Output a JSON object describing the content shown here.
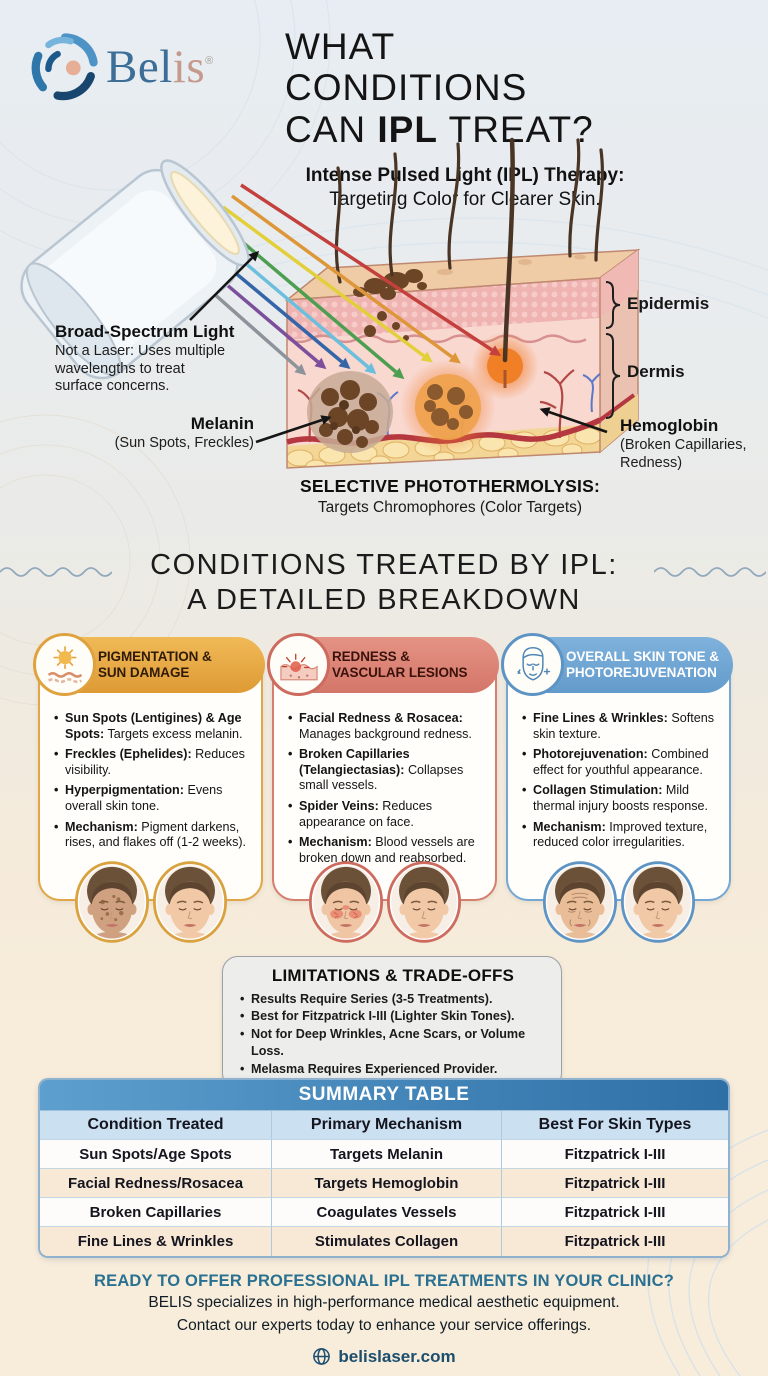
{
  "theme": {
    "card_accents": [
      "#DFA23F",
      "#D97F70",
      "#6FA6D5"
    ],
    "table_header_gradient": [
      "#5D9FCE",
      "#2E6FA6"
    ],
    "footer_accent": "#2A7191",
    "link_color": "#1C4E6E"
  },
  "header": {
    "logo": {
      "brand_blue": "Bel",
      "brand_rose": "is",
      "registered": "®",
      "icon": "belis-wave-logo-icon"
    },
    "title_line1": "WHAT CONDITIONS",
    "title_line2_pre": "CAN",
    "title_line2_bold": "IPL",
    "title_line2_post": "TREAT?",
    "subtitle_bold": "Intense Pulsed Light (IPL) Therapy:",
    "subtitle_regular": "Targeting Color for Clearer Skin."
  },
  "diagram": {
    "broad_spectrum": {
      "title": "Broad-Spectrum Light",
      "desc": "Not a Laser: Uses multiple wavelengths to treat surface concerns."
    },
    "melanin": {
      "title": "Melanin",
      "desc": "(Sun Spots, Freckles)"
    },
    "hemoglobin": {
      "title": "Hemoglobin",
      "desc": "(Broken Capillaries, Redness)"
    },
    "epidermis_label": "Epidermis",
    "dermis_label": "Dermis",
    "caption_title": "SELECTIVE PHOTOTHERMOLYSIS:",
    "caption_sub": "Targets Chromophores (Color Targets)"
  },
  "section_heading": {
    "line1": "CONDITIONS TREATED BY IPL:",
    "line2": "A DETAILED BREAKDOWN"
  },
  "cards": [
    {
      "icon": "sun-over-skin-icon",
      "title_line1": "PIGMENTATION &",
      "title_line2": "SUN DAMAGE",
      "bullets": [
        {
          "bold": "Sun Spots (Lentigines) & Age Spots:",
          "text": " Targets excess melanin."
        },
        {
          "bold": "Freckles (Ephelides):",
          "text": " Reduces visibility."
        },
        {
          "bold": "Hyperpigmentation:",
          "text": " Evens overall skin tone."
        },
        {
          "bold": "Mechanism:",
          "text": " Pigment darkens, rises, and flakes off (1-2 weeks)."
        }
      ]
    },
    {
      "icon": "irritated-skin-icon",
      "title_line1": "REDNESS &",
      "title_line2": "VASCULAR LESIONS",
      "bullets": [
        {
          "bold": "Facial Redness & Rosacea:",
          "text": " Manages background redness."
        },
        {
          "bold": "Broken Capillaries (Telangiectasias):",
          "text": " Collapses small vessels."
        },
        {
          "bold": "Spider Veins:",
          "text": " Reduces appearance on face."
        },
        {
          "bold": "Mechanism:",
          "text": " Blood vessels are broken down and reabsorbed."
        }
      ]
    },
    {
      "icon": "female-face-icon",
      "title_line1": "OVERALL SKIN TONE &",
      "title_line2": "PHOTOREJUVENATION",
      "bullets": [
        {
          "bold": "Fine Lines & Wrinkles:",
          "text": " Softens skin texture."
        },
        {
          "bold": "Photorejuvenation:",
          "text": " Combined effect for youthful appearance."
        },
        {
          "bold": "Collagen Stimulation:",
          "text": " Mild thermal injury boosts response."
        },
        {
          "bold": "Mechanism:",
          "text": " Improved texture, reduced color irregularities."
        }
      ]
    }
  ],
  "limitations": {
    "title": "LIMITATIONS & TRADE-OFFS",
    "bullets": [
      "Results Require Series (3-5 Treatments).",
      "Best for Fitzpatrick I-III (Lighter Skin Tones).",
      "Not for Deep Wrinkles, Acne Scars, or Volume Loss.",
      "Melasma Requires Experienced Provider."
    ]
  },
  "summary_table": {
    "title": "SUMMARY TABLE",
    "columns": [
      "Condition Treated",
      "Primary Mechanism",
      "Best For Skin Types"
    ],
    "rows": [
      [
        "Sun Spots/Age Spots",
        "Targets Melanin",
        "Fitzpatrick I-III"
      ],
      [
        "Facial Redness/Rosacea",
        "Targets Hemoglobin",
        "Fitzpatrick I-III"
      ],
      [
        "Broken Capillaries",
        "Coagulates Vessels",
        "Fitzpatrick I-III"
      ],
      [
        "Fine Lines & Wrinkles",
        "Stimulates Collagen",
        "Fitzpatrick I-III"
      ]
    ]
  },
  "footer": {
    "heading": "READY TO OFFER PROFESSIONAL IPL TREATMENTS IN YOUR CLINIC?",
    "line1": "BELIS specializes in high-performance medical aesthetic equipment.",
    "line2": "Contact our experts today to enhance your service offerings.",
    "website": "belislaser.com",
    "icon": "globe-icon"
  }
}
